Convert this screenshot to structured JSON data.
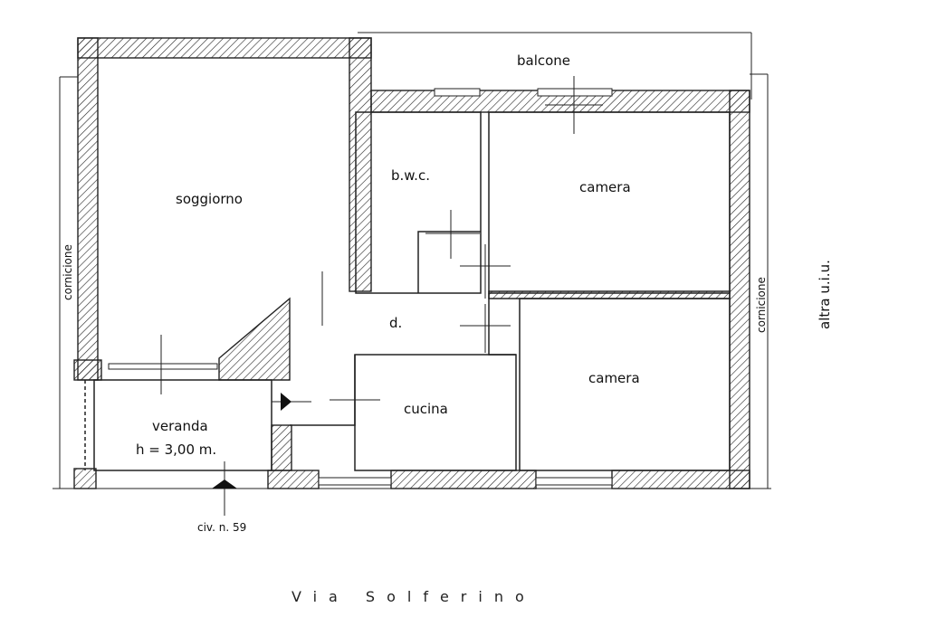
{
  "rooms": {
    "balcone": "balcone",
    "soggiorno": "soggiorno",
    "bwc": "b.w.c.",
    "camera_top": "camera",
    "camera_bottom": "camera",
    "disimpegno": "d.",
    "cucina": "cucina",
    "veranda": "veranda",
    "veranda_height": "h = 3,00 m."
  },
  "labels": {
    "cornicione_left": "cornicione",
    "cornicione_right": "cornicione",
    "altra_uiu": "altra u.i.u.",
    "civic_number": "civ. n. 59",
    "street": "Via Solferino"
  }
}
